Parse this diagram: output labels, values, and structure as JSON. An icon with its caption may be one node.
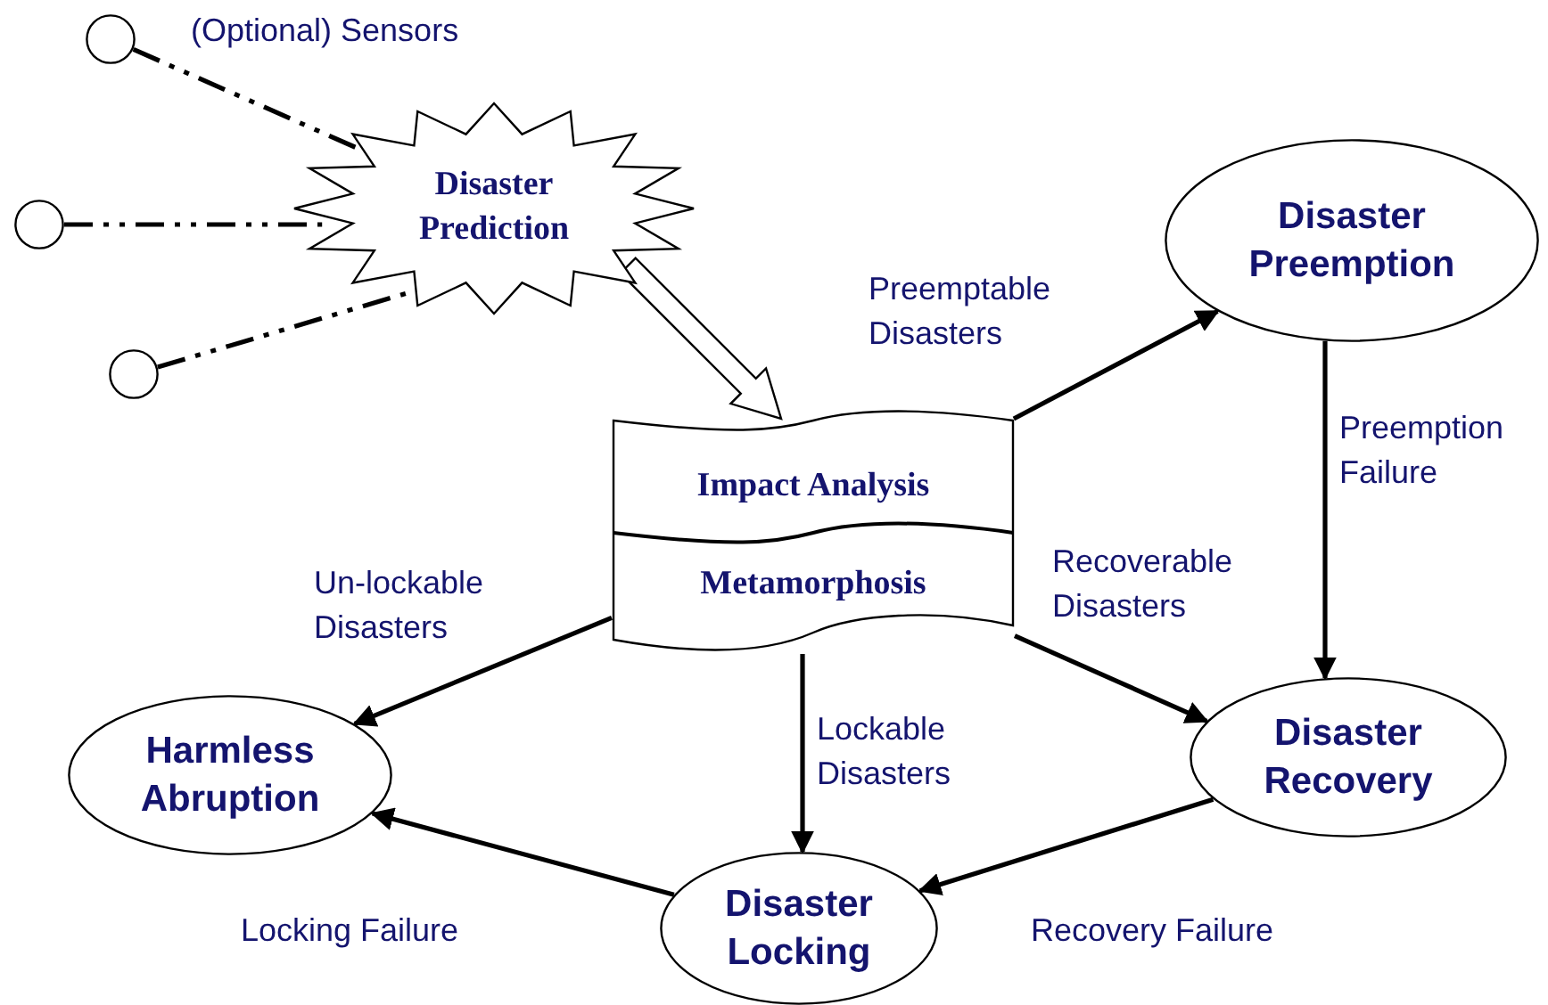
{
  "diagram": {
    "nodes": [
      {
        "text": [],
        "shape": "circle"
      },
      {
        "text": [],
        "shape": "circle"
      },
      {
        "text": [],
        "shape": "circle"
      },
      {
        "text": [
          "Disaster Prediction"
        ]
      },
      {
        "text": [
          "Impact Analysis",
          "Metamorphosis"
        ]
      },
      {
        "text": [
          "Disaster Preemption"
        ]
      },
      {
        "text": [
          "Harmless Abruption"
        ]
      },
      {
        "text": [
          "Disaster Recovery"
        ]
      },
      {
        "text": [
          "Disaster Locking"
        ]
      }
    ],
    "edges": [
      {
        "from": 0,
        "to": 3,
        "arrow": "none",
        "style": "dashed"
      },
      {
        "from": 1,
        "to": 3,
        "arrow": "none",
        "style": "dashed"
      },
      {
        "from": 2,
        "to": 3,
        "arrow": "none",
        "style": "dashed"
      },
      {
        "from": 3,
        "to": 4,
        "arrow": "to",
        "style": "thick"
      },
      {
        "from": 4,
        "to": 5,
        "arrow": "to",
        "label": "Preemptable Disasters"
      },
      {
        "from": 5,
        "to": 7,
        "arrow": "to",
        "label": "Preemption Failure"
      },
      {
        "from": 4,
        "to": 6,
        "arrow": "to",
        "label": "Un-lockable Disasters"
      },
      {
        "from": 4,
        "to": 7,
        "arrow": "to",
        "label": "Recoverable Disasters"
      },
      {
        "from": 4,
        "to": 8,
        "arrow": "to",
        "label": "Lockable Disasters"
      },
      {
        "from": 7,
        "to": 8,
        "arrow": "to",
        "label": "Recovery Failure"
      },
      {
        "from": 8,
        "to": 6,
        "arrow": "to",
        "label": "Locking Failure"
      }
    ],
    "labels": [
      "(Optional) Sensors"
    ]
  }
}
